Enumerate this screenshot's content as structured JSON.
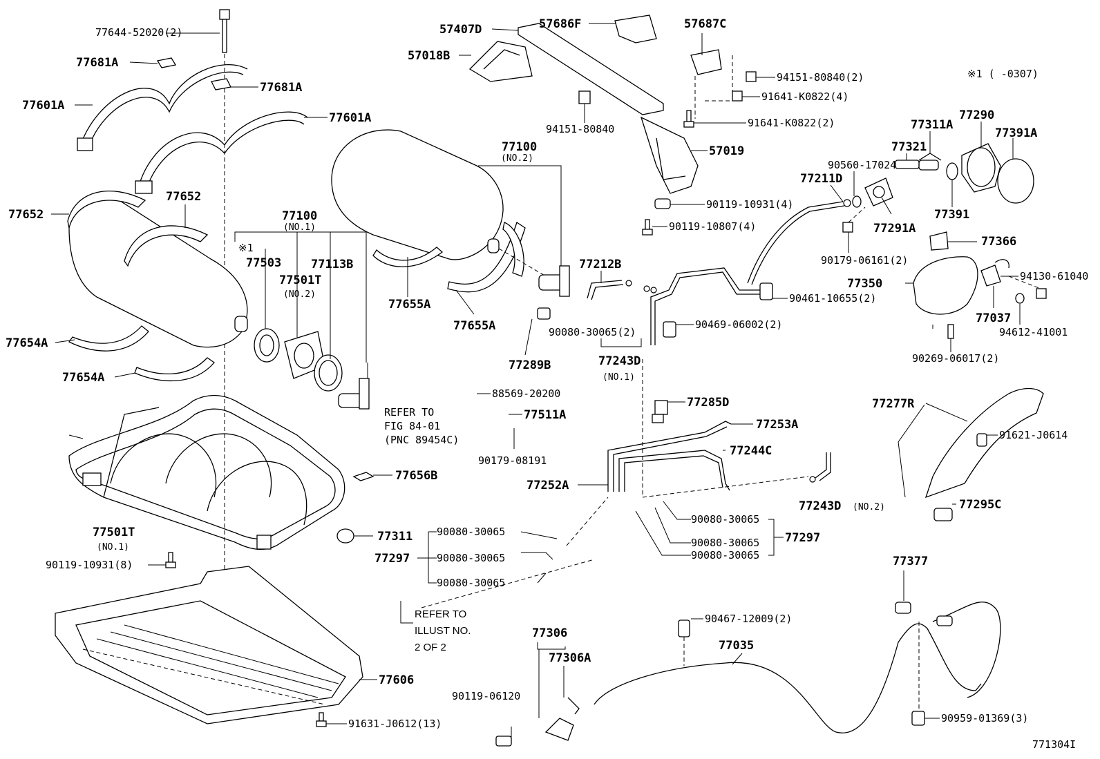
{
  "labels": {
    "l77644": "77644-52020(2)",
    "l77681a_1": "77681A",
    "l77681a_2": "77681A",
    "l77601a_1": "77601A",
    "l77601a_2": "77601A",
    "l77652_1": "77652",
    "l77652_2": "77652",
    "l77654a_1": "77654A",
    "l77654a_2": "77654A",
    "l77100_1": "77100",
    "l77100_1n": "(NO.1)",
    "l77100_2": "77100",
    "l77100_2n": "(NO.2)",
    "l_mark1": "※1",
    "l77503": "77503",
    "l77501t_2": "77501T",
    "l77501t_2n": "(NO.2)",
    "l77113b": "77113B",
    "l77655a_1": "77655A",
    "l77655a_2": "77655A",
    "l57407d": "57407D",
    "l57686f": "57686F",
    "l57687c": "57687C",
    "l57018b": "57018B",
    "l94151_1": "94151-80840(2)",
    "l94151_2": "94151-80840",
    "l91641_1": "91641-K0822(4)",
    "l91641_2": "91641-K0822(2)",
    "l57019": "57019",
    "l90119_10931_4": "90119-10931(4)",
    "l90119_10807": "90119-10807(4)",
    "l_note": "※1 (     -0307)",
    "l77290": "77290",
    "l77311a": "77311A",
    "l77391a": "77391A",
    "l77321": "77321",
    "l90560": "90560-17024",
    "l77211d": "77211D",
    "l77391": "77391",
    "l77291a": "77291A",
    "l90179_06161": "90179-06161(2)",
    "l77366": "77366",
    "l77212b": "77212B",
    "l94130": "94130-61040",
    "l77350": "77350",
    "l90461": "90461-10655(2)",
    "l90080_a": "90080-30065(2)",
    "l90469": "90469-06002(2)",
    "l77037": "77037",
    "l94612": "94612-41001",
    "l77289b": "77289B",
    "l77243d_1": "77243D",
    "l77243d_1n": "(NO.1)",
    "l90269": "90269-06017(2)",
    "l77285d": "77285D",
    "l77277r": "77277R",
    "l88569": "88569-20200",
    "l_refer1a": "REFER TO",
    "l_refer1b": "FIG 84-01",
    "l_refer1c": "(PNC 89454C)",
    "l77511a": "77511A",
    "l77253a": "77253A",
    "l91621": "91621-J0614",
    "l90179_08191": "90179-08191",
    "l77244c": "77244C",
    "l77656b": "77656B",
    "l77252a": "77252A",
    "l77243d_2": "77243D",
    "l77243d_2n": "(NO.2)",
    "l77295c": "77295C",
    "l77501t_1": "77501T",
    "l77501t_1n": "(NO.1)",
    "l77311": "77311",
    "l90080_b1": "90080-30065",
    "l90080_b2": "90080-30065",
    "l90080_b3": "90080-30065",
    "l77297_1": "77297",
    "l90080_c1": "90080-30065",
    "l90080_c2": "90080-30065",
    "l90080_c3": "90080-30065",
    "l77297_2": "77297",
    "l90119_10931_8": "90119-10931(8)",
    "l77377": "77377",
    "l_refer2a": "REFER TO",
    "l_refer2b": "ILLUST NO.",
    "l_refer2c": "2 OF 2",
    "l90467": "90467-12009(2)",
    "l77306": "77306",
    "l77035": "77035",
    "l77306a": "77306A",
    "l77606": "77606",
    "l90119_06120": "90119-06120",
    "l91631": "91631-J0612(13)",
    "l90959": "90959-01369(3)",
    "l_fig": "771304I"
  }
}
